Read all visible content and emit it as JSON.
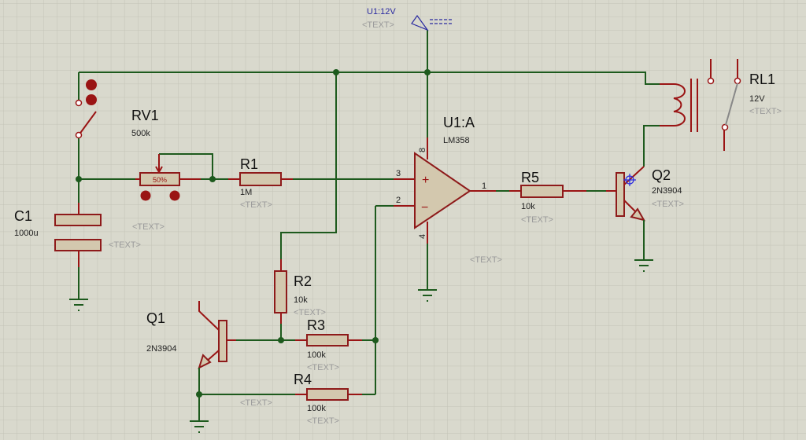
{
  "supply": {
    "label": "U1:12V",
    "text": "<TEXT>"
  },
  "rv1": {
    "ref": "RV1",
    "value": "500k",
    "position": "50%"
  },
  "r1": {
    "ref": "R1",
    "value": "1M",
    "text": "<TEXT>"
  },
  "c1": {
    "ref": "C1",
    "value": "1000u",
    "text1": "<TEXT>",
    "text2": "<TEXT>"
  },
  "u1": {
    "ref": "U1:A",
    "value": "LM358",
    "pin_plus": "3",
    "pin_minus": "2",
    "pin_out": "1",
    "pin_vcc": "8",
    "pin_gnd": "4",
    "plus": "+",
    "minus": "−"
  },
  "r5": {
    "ref": "R5",
    "value": "10k",
    "text": "<TEXT>"
  },
  "q2": {
    "ref": "Q2",
    "value": "2N3904",
    "text": "<TEXT>"
  },
  "rl1": {
    "ref": "RL1",
    "value": "12V",
    "text": "<TEXT>"
  },
  "free_text": "<TEXT>",
  "r2": {
    "ref": "R2",
    "value": "10k",
    "text": "<TEXT>"
  },
  "q1": {
    "ref": "Q1",
    "value": "2N3904"
  },
  "r3": {
    "ref": "R3",
    "value": "100k",
    "text": "<TEXT>"
  },
  "r4": {
    "ref": "R4",
    "value": "100k",
    "text": "<TEXT>",
    "wire_text": "<TEXT>"
  },
  "colors": {
    "wire": "#1d5a1d",
    "pin": "#9a1414",
    "body": "#d3c8ae",
    "background": "#d9d9cd",
    "grid": "#c3c3b6"
  }
}
